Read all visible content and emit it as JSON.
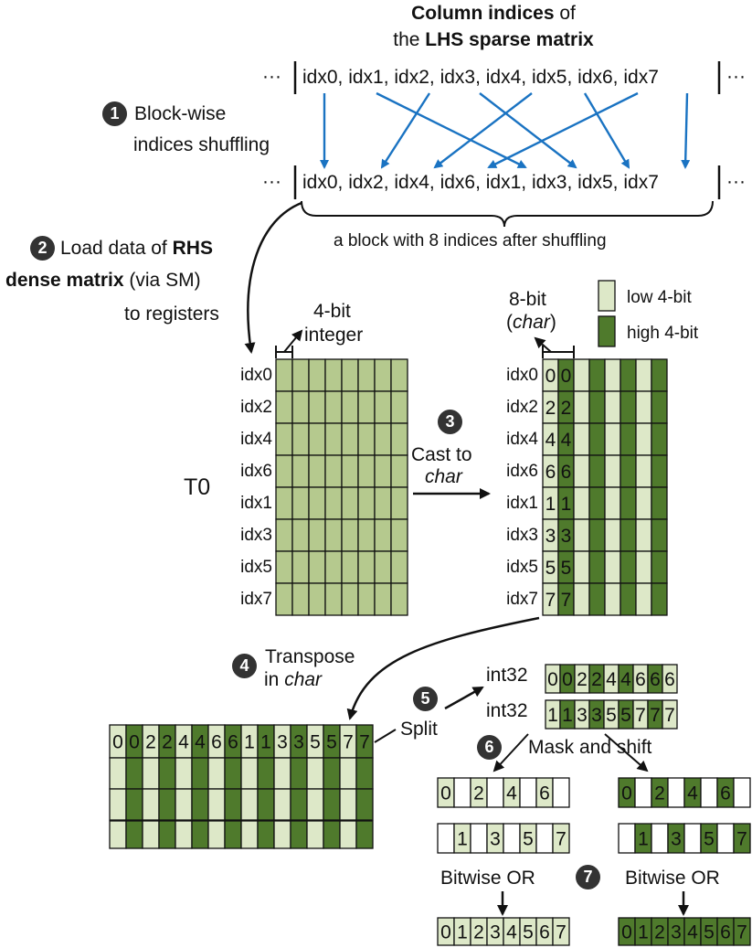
{
  "header": {
    "line1_bold": "Column indices",
    "line1_rest": " of",
    "line2_pre": "the ",
    "line2_bold": "LHS sparse matrix"
  },
  "ellipsis": "···",
  "indices_original": "idx0, idx1, idx2, idx3, idx4, idx5, idx6, idx7",
  "indices_shuffled": "idx0, idx2, idx4, idx6, idx1, idx3, idx5, idx7",
  "block_caption": "a block with 8 indices after shuffling",
  "steps": {
    "s1": {
      "num": "1",
      "line1": "Block-wise",
      "line2": "indices shuffling"
    },
    "s2": {
      "num": "2",
      "line1_pre": "Load data of ",
      "line1_bold": "RHS",
      "line2_bold": "dense matrix",
      "line2_rest": " (via SM)",
      "line3": "to registers"
    },
    "s3": {
      "num": "3",
      "line1": "Cast to",
      "line2": "char"
    },
    "s4": {
      "num": "4",
      "line1": "Transpose",
      "line2_pre": "in ",
      "line2_ital": "char"
    },
    "s5": {
      "num": "5",
      "label": "Split"
    },
    "s6": {
      "num": "6",
      "label": "Mask and shift"
    },
    "s7": {
      "num": "7"
    }
  },
  "labels": {
    "t0": "T0",
    "four_bit_1": "4-bit",
    "four_bit_2": "integer",
    "eight_bit_1": "8-bit",
    "eight_bit_2": "char",
    "legend_low": "low 4-bit",
    "legend_high": "high 4-bit",
    "int32_a": "int32",
    "int32_b": "int32",
    "bitwise_or_left": "Bitwise OR",
    "bitwise_or_right": "Bitwise OR"
  },
  "row_labels": [
    "idx0",
    "idx2",
    "idx4",
    "idx6",
    "idx1",
    "idx3",
    "idx5",
    "idx7"
  ],
  "cast_digits": [
    "0",
    "2",
    "4",
    "6",
    "1",
    "3",
    "5",
    "7"
  ],
  "transposed_digits": [
    "0",
    "0",
    "2",
    "2",
    "4",
    "4",
    "6",
    "6",
    "1",
    "1",
    "3",
    "3",
    "5",
    "5",
    "7",
    "7"
  ],
  "int32_row_a": [
    "0",
    "0",
    "2",
    "2",
    "4",
    "4",
    "6",
    "6"
  ],
  "int32_row_b": [
    "1",
    "1",
    "3",
    "3",
    "5",
    "5",
    "7",
    "7"
  ],
  "mask_even": [
    "0",
    "2",
    "4",
    "6"
  ],
  "mask_odd": [
    "1",
    "3",
    "5",
    "7"
  ],
  "result_digits": [
    "0",
    "1",
    "2",
    "3",
    "4",
    "5",
    "6",
    "7"
  ],
  "colors": {
    "light": "#dde8c8",
    "dark": "#4f7a2c",
    "t0": "#b5c98e",
    "arrow_blue": "#1a73c2"
  }
}
